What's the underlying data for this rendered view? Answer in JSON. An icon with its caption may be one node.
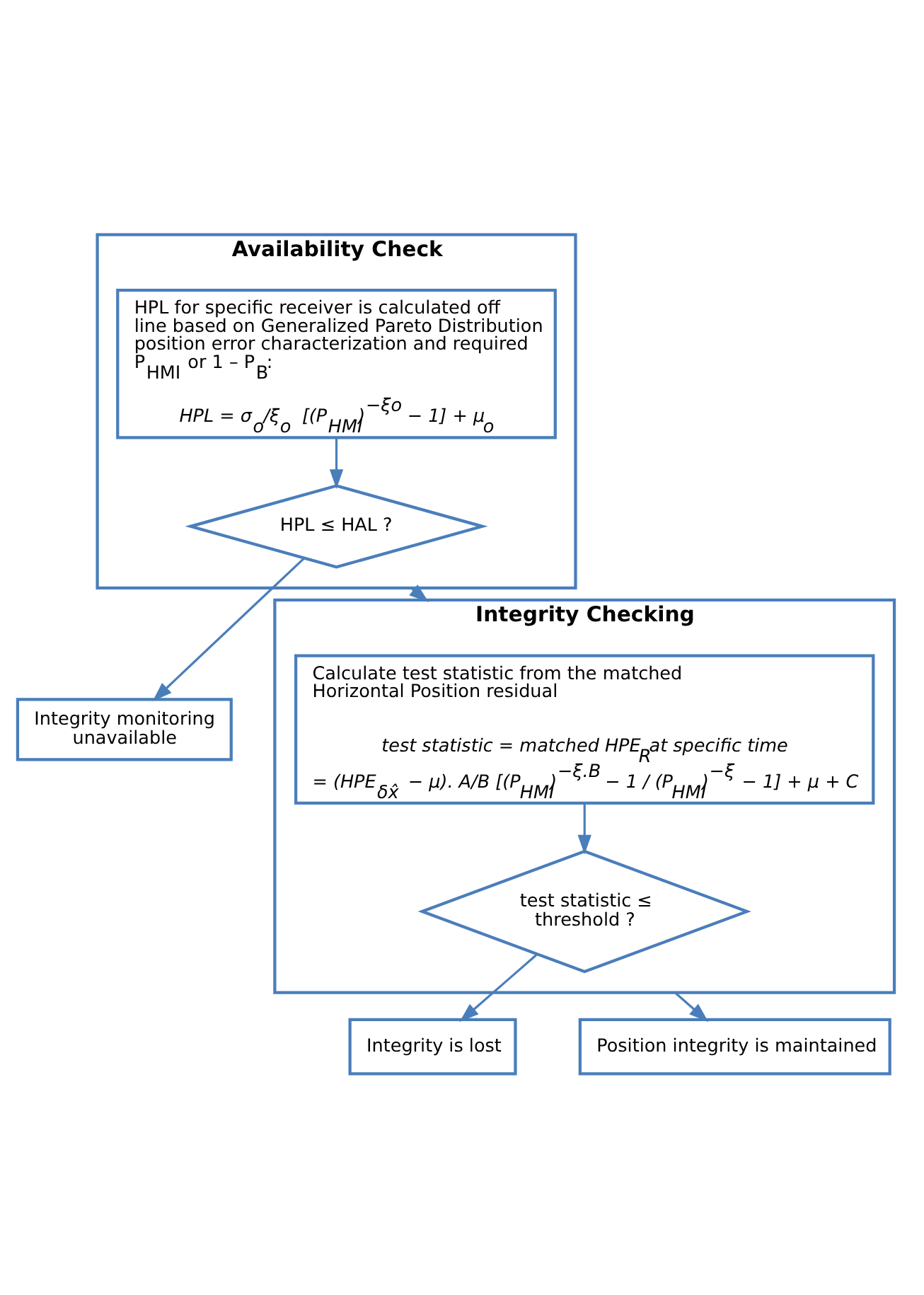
{
  "diagram": {
    "nodes": [
      {
        "text": [
          "Availability Check"
        ]
      },
      {
        "text": [
          "HPL for specific receiver is calculated off line based on Generalized Pareto Distribution position error characterization and required P$_{HMI}$ or 1 – P$_{B}$:",
          "HPL = σ$_{o}$/ξ$_{o}$ [(P$_{HMI}$)$^{−ξo}$ − 1] + μ$_{o}$"
        ],
        "in": 0
      },
      {
        "text": [
          "HPL ≤ HAL ?"
        ],
        "in": 0
      },
      {
        "text": [
          "Integrity monitoring unavailable"
        ]
      },
      {
        "text": [
          "Integrity Checking"
        ]
      },
      {
        "text": [
          "Calculate test statistic from the matched Horizontal Position residual",
          "test statistic = matched HPE$_{R}$at specific time",
          "= (HPE$_{δx̂}$ − μ). A/B [(P$_{HMI}$)$^{−ξ.B}$ − 1 / (P$_{HMI}$)$^{−ξ}$ − 1] + μ + C"
        ],
        "in": 4
      },
      {
        "text": [
          "test statistic ≤ threshold ?"
        ],
        "in": 4
      },
      {
        "text": [
          "Integrity is lost"
        ]
      },
      {
        "text": [
          "Position integrity is maintained"
        ]
      }
    ],
    "edges": [
      {
        "from": 1,
        "to": 2,
        "arrow": "to"
      },
      {
        "from": 2,
        "to": 3,
        "arrow": "to"
      },
      {
        "from": 0,
        "to": 4,
        "arrow": "to"
      },
      {
        "from": 5,
        "to": 6,
        "arrow": "to"
      },
      {
        "from": 6,
        "to": 7,
        "arrow": "to"
      },
      {
        "from": 4,
        "to": 8,
        "arrow": "to"
      }
    ]
  }
}
